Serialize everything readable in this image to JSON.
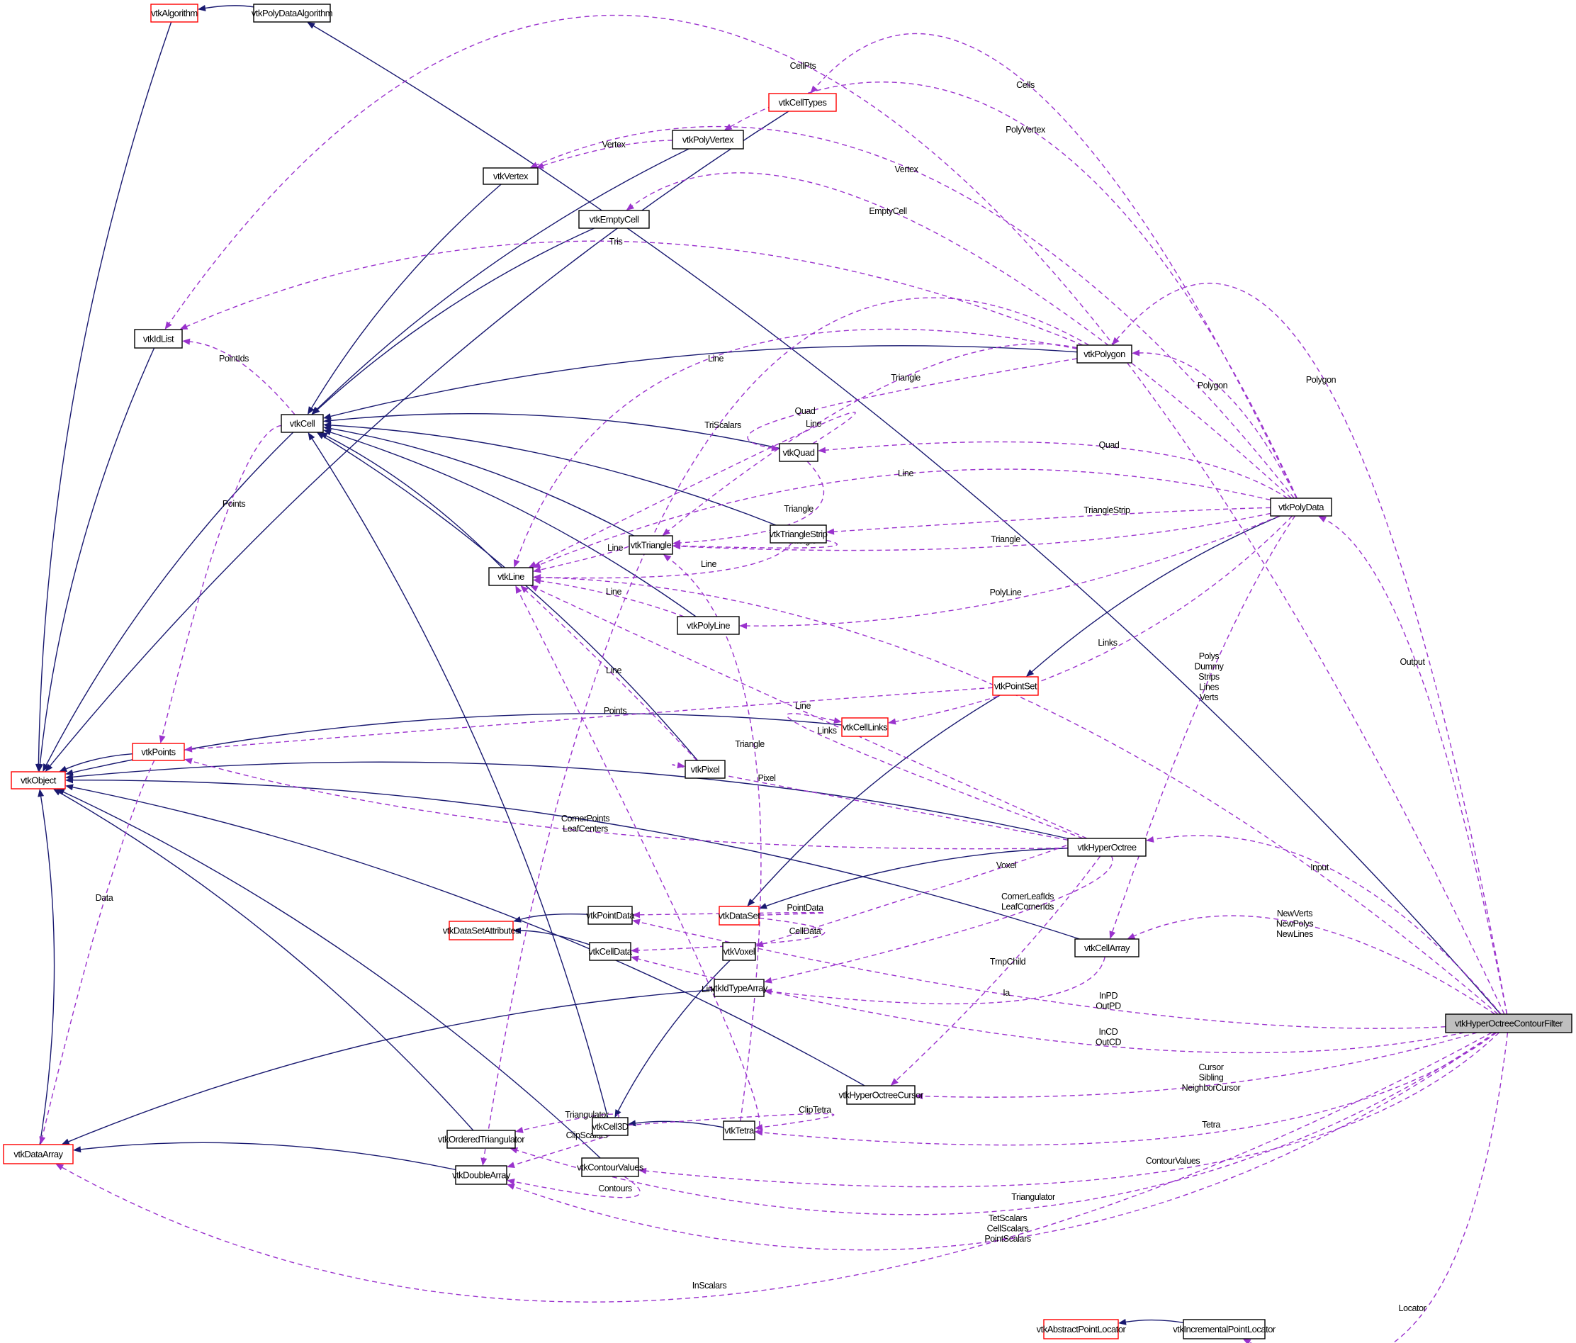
{
  "title": "vtkHyperOctreeContourFilter collaboration graph",
  "colors": {
    "inheritance_edge": "#191970",
    "usage_edge": "#9a32cd",
    "undocumented_border": "#ff0000",
    "documented_border": "#000000",
    "focus_fill": "#bfbfbf"
  },
  "nodes": [
    {
      "id": "vtkAlgorithm",
      "label": "vtkAlgorithm",
      "style": "red"
    },
    {
      "id": "vtkPolyDataAlgorithm",
      "label": "vtkPolyDataAlgorithm",
      "style": "normal"
    },
    {
      "id": "vtkCellTypes",
      "label": "vtkCellTypes",
      "style": "red"
    },
    {
      "id": "vtkPolyVertex",
      "label": "vtkPolyVertex",
      "style": "normal"
    },
    {
      "id": "vtkVertex",
      "label": "vtkVertex",
      "style": "normal"
    },
    {
      "id": "vtkEmptyCell",
      "label": "vtkEmptyCell",
      "style": "normal"
    },
    {
      "id": "vtkIdList",
      "label": "vtkIdList",
      "style": "normal"
    },
    {
      "id": "vtkCell",
      "label": "vtkCell",
      "style": "normal"
    },
    {
      "id": "vtkPolygon",
      "label": "vtkPolygon",
      "style": "normal"
    },
    {
      "id": "vtkQuad",
      "label": "vtkQuad",
      "style": "normal"
    },
    {
      "id": "vtkPolyData",
      "label": "vtkPolyData",
      "style": "normal"
    },
    {
      "id": "vtkTriangle",
      "label": "vtkTriangle",
      "style": "normal"
    },
    {
      "id": "vtkTriangleStrip",
      "label": "vtkTriangleStrip",
      "style": "normal"
    },
    {
      "id": "vtkLine",
      "label": "vtkLine",
      "style": "normal"
    },
    {
      "id": "vtkPolyLine",
      "label": "vtkPolyLine",
      "style": "normal"
    },
    {
      "id": "vtkPointSet",
      "label": "vtkPointSet",
      "style": "red"
    },
    {
      "id": "vtkCellLinks",
      "label": "vtkCellLinks",
      "style": "red"
    },
    {
      "id": "vtkPixel",
      "label": "vtkPixel",
      "style": "normal"
    },
    {
      "id": "vtkPoints",
      "label": "vtkPoints",
      "style": "red"
    },
    {
      "id": "vtkObject",
      "label": "vtkObject",
      "style": "red"
    },
    {
      "id": "vtkHyperOctree",
      "label": "vtkHyperOctree",
      "style": "normal"
    },
    {
      "id": "vtkPointData",
      "label": "vtkPointData",
      "style": "normal"
    },
    {
      "id": "vtkDataSet",
      "label": "vtkDataSet",
      "style": "red"
    },
    {
      "id": "vtkDataSetAttributes",
      "label": "vtkDataSetAttributes",
      "style": "red"
    },
    {
      "id": "vtkCellData",
      "label": "vtkCellData",
      "style": "normal"
    },
    {
      "id": "vtkVoxel",
      "label": "vtkVoxel",
      "style": "normal"
    },
    {
      "id": "vtkIdTypeArray",
      "label": "vtkIdTypeArray",
      "style": "normal"
    },
    {
      "id": "vtkCellArray",
      "label": "vtkCellArray",
      "style": "normal"
    },
    {
      "id": "vtkHyperOctreeCursor",
      "label": "vtkHyperOctreeCursor",
      "style": "normal"
    },
    {
      "id": "vtkCell3D",
      "label": "vtkCell3D",
      "style": "normal"
    },
    {
      "id": "vtkTetra",
      "label": "vtkTetra",
      "style": "normal"
    },
    {
      "id": "vtkOrderedTriangulator",
      "label": "vtkOrderedTriangulator",
      "style": "normal"
    },
    {
      "id": "vtkDoubleArray",
      "label": "vtkDoubleArray",
      "style": "normal"
    },
    {
      "id": "vtkContourValues",
      "label": "vtkContourValues",
      "style": "normal"
    },
    {
      "id": "vtkDataArray",
      "label": "vtkDataArray",
      "style": "red"
    },
    {
      "id": "vtkHyperOctreeContourFilter",
      "label": "vtkHyperOctreeContourFilter",
      "style": "main"
    },
    {
      "id": "vtkAbstractPointLocator",
      "label": "vtkAbstractPointLocator",
      "style": "red"
    },
    {
      "id": "vtkIncrementalPointLocator",
      "label": "vtkIncrementalPointLocator",
      "style": "normal"
    }
  ],
  "edges": [
    {
      "from": "vtkPolyDataAlgorithm",
      "to": "vtkAlgorithm",
      "kind": "inherit",
      "label": ""
    },
    {
      "from": "vtkHyperOctreeContourFilter",
      "to": "vtkPolyDataAlgorithm",
      "kind": "inherit",
      "label": ""
    },
    {
      "from": "vtkAlgorithm",
      "to": "vtkObject",
      "kind": "inherit",
      "label": ""
    },
    {
      "from": "vtkCellTypes",
      "to": "vtkObject",
      "kind": "inherit",
      "label": ""
    },
    {
      "from": "vtkIdList",
      "to": "vtkObject",
      "kind": "inherit",
      "label": ""
    },
    {
      "from": "vtkCell",
      "to": "vtkObject",
      "kind": "inherit",
      "label": ""
    },
    {
      "from": "vtkPoints",
      "to": "vtkObject",
      "kind": "inherit",
      "label": ""
    },
    {
      "from": "vtkCellLinks",
      "to": "vtkObject",
      "kind": "inherit",
      "label": ""
    },
    {
      "from": "vtkHyperOctree",
      "to": "vtkObject",
      "kind": "inherit",
      "label": ""
    },
    {
      "from": "vtkHyperOctreeCursor",
      "to": "vtkObject",
      "kind": "inherit",
      "label": ""
    },
    {
      "from": "vtkOrderedTriangulator",
      "to": "vtkObject",
      "kind": "inherit",
      "label": ""
    },
    {
      "from": "vtkContourValues",
      "to": "vtkObject",
      "kind": "inherit",
      "label": ""
    },
    {
      "from": "vtkDataArray",
      "to": "vtkObject",
      "kind": "inherit",
      "label": ""
    },
    {
      "from": "vtkPolyVertex",
      "to": "vtkCell",
      "kind": "inherit",
      "label": ""
    },
    {
      "from": "vtkVertex",
      "to": "vtkCell",
      "kind": "inherit",
      "label": ""
    },
    {
      "from": "vtkEmptyCell",
      "to": "vtkCell",
      "kind": "inherit",
      "label": ""
    },
    {
      "from": "vtkPolygon",
      "to": "vtkCell",
      "kind": "inherit",
      "label": ""
    },
    {
      "from": "vtkQuad",
      "to": "vtkCell",
      "kind": "inherit",
      "label": ""
    },
    {
      "from": "vtkTriangleStrip",
      "to": "vtkCell",
      "kind": "inherit",
      "label": ""
    },
    {
      "from": "vtkTriangle",
      "to": "vtkCell",
      "kind": "inherit",
      "label": ""
    },
    {
      "from": "vtkLine",
      "to": "vtkCell",
      "kind": "inherit",
      "label": ""
    },
    {
      "from": "vtkPolyLine",
      "to": "vtkCell",
      "kind": "inherit",
      "label": ""
    },
    {
      "from": "vtkPixel",
      "to": "vtkCell",
      "kind": "inherit",
      "label": ""
    },
    {
      "from": "vtkCell3D",
      "to": "vtkCell",
      "kind": "inherit",
      "label": ""
    },
    {
      "from": "vtkPolyData",
      "to": "vtkPointSet",
      "kind": "inherit",
      "label": ""
    },
    {
      "from": "vtkPointSet",
      "to": "vtkDataSet",
      "kind": "inherit",
      "label": ""
    },
    {
      "from": "vtkHyperOctree",
      "to": "vtkDataSet",
      "kind": "inherit",
      "label": ""
    },
    {
      "from": "vtkPointData",
      "to": "vtkDataSetAttributes",
      "kind": "inherit",
      "label": ""
    },
    {
      "from": "vtkCellData",
      "to": "vtkDataSetAttributes",
      "kind": "inherit",
      "label": ""
    },
    {
      "from": "vtkCellArray",
      "to": "vtkObject",
      "kind": "inherit",
      "label": ""
    },
    {
      "from": "vtkVoxel",
      "to": "vtkCell3D",
      "kind": "inherit",
      "label": ""
    },
    {
      "from": "vtkTetra",
      "to": "vtkCell3D",
      "kind": "inherit",
      "label": ""
    },
    {
      "from": "vtkIdTypeArray",
      "to": "vtkDataArray",
      "kind": "inherit",
      "label": ""
    },
    {
      "from": "vtkDoubleArray",
      "to": "vtkDataArray",
      "kind": "inherit",
      "label": ""
    },
    {
      "from": "vtkIncrementalPointLocator",
      "to": "vtkAbstractPointLocator",
      "kind": "inherit",
      "label": ""
    },
    {
      "from": "vtkHyperOctreeContourFilter",
      "to": "vtkIdList",
      "kind": "use",
      "label": "CellPts"
    },
    {
      "from": "vtkPolyData",
      "to": "vtkCellTypes",
      "kind": "use",
      "label": "Cells"
    },
    {
      "from": "vtkPolyData",
      "to": "vtkPolyVertex",
      "kind": "use",
      "label": "PolyVertex"
    },
    {
      "from": "vtkPolyVertex",
      "to": "vtkVertex",
      "kind": "use",
      "label": "Vertex"
    },
    {
      "from": "vtkPolyData",
      "to": "vtkVertex",
      "kind": "use",
      "label": "Vertex"
    },
    {
      "from": "vtkPolyData",
      "to": "vtkEmptyCell",
      "kind": "use",
      "label": "EmptyCell"
    },
    {
      "from": "vtkPolygon",
      "to": "vtkIdList",
      "kind": "use",
      "label": "Tris"
    },
    {
      "from": "vtkCell",
      "to": "vtkIdList",
      "kind": "use",
      "label": "PointIds"
    },
    {
      "from": "vtkPolygon",
      "to": "vtkLine",
      "kind": "use",
      "label": "Line"
    },
    {
      "from": "vtkPolygon",
      "to": "vtkTriangle",
      "kind": "use",
      "label": "Triangle"
    },
    {
      "from": "vtkPolygon",
      "to": "vtkQuad",
      "kind": "use",
      "label": "Quad"
    },
    {
      "from": "vtkQuad",
      "to": "vtkLine",
      "kind": "use",
      "label": "Line"
    },
    {
      "from": "vtkPolygon",
      "to": "vtkDoubleArray",
      "kind": "use",
      "label": "TriScalars"
    },
    {
      "from": "vtkPolyData",
      "to": "vtkPolygon",
      "kind": "use",
      "label": "Polygon"
    },
    {
      "from": "vtkHyperOctreeContourFilter",
      "to": "vtkPolygon",
      "kind": "use",
      "label": "Polygon"
    },
    {
      "from": "vtkPolyData",
      "to": "vtkQuad",
      "kind": "use",
      "label": "Quad"
    },
    {
      "from": "vtkPolyData",
      "to": "vtkLine",
      "kind": "use",
      "label": "Line"
    },
    {
      "from": "vtkQuad",
      "to": "vtkTriangle",
      "kind": "use",
      "label": "Triangle"
    },
    {
      "from": "vtkPolyData",
      "to": "vtkTriangleStrip",
      "kind": "use",
      "label": "TriangleStrip"
    },
    {
      "from": "vtkTriangleStrip",
      "to": "vtkTriangle",
      "kind": "use",
      "label": "Triangle"
    },
    {
      "from": "vtkPolyData",
      "to": "vtkTriangle",
      "kind": "use",
      "label": "Triangle"
    },
    {
      "from": "vtkTriangle",
      "to": "vtkLine",
      "kind": "use",
      "label": "Line"
    },
    {
      "from": "vtkTriangleStrip",
      "to": "vtkLine",
      "kind": "use",
      "label": "Line"
    },
    {
      "from": "vtkPolyData",
      "to": "vtkPolyLine",
      "kind": "use",
      "label": "PolyLine"
    },
    {
      "from": "vtkPolyLine",
      "to": "vtkLine",
      "kind": "use",
      "label": "Line"
    },
    {
      "from": "vtkPixel",
      "to": "vtkLine",
      "kind": "use",
      "label": "Line"
    },
    {
      "from": "vtkPolyData",
      "to": "vtkCellLinks",
      "kind": "use",
      "label": "Links"
    },
    {
      "from": "vtkHyperOctreeContourFilter",
      "to": "vtkLine",
      "kind": "use",
      "label": "Line"
    },
    {
      "from": "vtkPointSet",
      "to": "vtkPoints",
      "kind": "use",
      "label": "Points"
    },
    {
      "from": "vtkHyperOctree",
      "to": "vtkLine",
      "kind": "use",
      "label": "Line"
    },
    {
      "from": "vtkHyperOctree",
      "to": "vtkCellLinks",
      "kind": "use",
      "label": "Links"
    },
    {
      "from": "vtkTetra",
      "to": "vtkTriangle",
      "kind": "use",
      "label": "Triangle"
    },
    {
      "from": "vtkHyperOctree",
      "to": "vtkPixel",
      "kind": "use",
      "label": "Pixel"
    },
    {
      "from": "vtkCell",
      "to": "vtkPoints",
      "kind": "use",
      "label": "Points"
    },
    {
      "from": "vtkHyperOctree",
      "to": "vtkPoints",
      "kind": "use",
      "label": "CornerPoints\nLeafCenters"
    },
    {
      "from": "vtkPoints",
      "to": "vtkDataArray",
      "kind": "use",
      "label": "Data"
    },
    {
      "from": "vtkPolyData",
      "to": "vtkCellArray",
      "kind": "use",
      "label": "Polys\nDummy\nStrips\nLines\nVerts"
    },
    {
      "from": "vtkHyperOctreeContourFilter",
      "to": "vtkPolyData",
      "kind": "use",
      "label": "Output"
    },
    {
      "from": "vtkHyperOctreeContourFilter",
      "to": "vtkHyperOctree",
      "kind": "use",
      "label": "Input"
    },
    {
      "from": "vtkHyperOctree",
      "to": "vtkVoxel",
      "kind": "use",
      "label": "Voxel"
    },
    {
      "from": "vtkHyperOctree",
      "to": "vtkIdTypeArray",
      "kind": "use",
      "label": "CornerLeafIds\nLeafCornerIds"
    },
    {
      "from": "vtkDataSet",
      "to": "vtkPointData",
      "kind": "use",
      "label": "PointData"
    },
    {
      "from": "vtkDataSet",
      "to": "vtkCellData",
      "kind": "use",
      "label": "CellData"
    },
    {
      "from": "vtkHyperOctreeContourFilter",
      "to": "vtkCellArray",
      "kind": "use",
      "label": "NewVerts\nNewPolys\nNewLines"
    },
    {
      "from": "vtkHyperOctree",
      "to": "vtkHyperOctreeCursor",
      "kind": "use",
      "label": "TmpChild"
    },
    {
      "from": "vtkCellArray",
      "to": "vtkIdTypeArray",
      "kind": "use",
      "label": "Ia"
    },
    {
      "from": "vtkHyperOctreeContourFilter",
      "to": "vtkPointData",
      "kind": "use",
      "label": "InPD\nOutPD"
    },
    {
      "from": "vtkHyperOctreeContourFilter",
      "to": "vtkCellData",
      "kind": "use",
      "label": "InCD\nOutCD"
    },
    {
      "from": "vtkTetra",
      "to": "vtkLine",
      "kind": "use",
      "label": "Line"
    },
    {
      "from": "vtkHyperOctreeContourFilter",
      "to": "vtkHyperOctreeCursor",
      "kind": "use",
      "label": "Cursor\nSibling\nNeighborCursor"
    },
    {
      "from": "vtkCell3D",
      "to": "vtkTetra",
      "kind": "use",
      "label": "ClipTetra"
    },
    {
      "from": "vtkHyperOctreeContourFilter",
      "to": "vtkTetra",
      "kind": "use",
      "label": "Tetra"
    },
    {
      "from": "vtkCell3D",
      "to": "vtkOrderedTriangulator",
      "kind": "use",
      "label": "Triangulator"
    },
    {
      "from": "vtkCell3D",
      "to": "vtkDoubleArray",
      "kind": "use",
      "label": "ClipScalars"
    },
    {
      "from": "vtkHyperOctreeContourFilter",
      "to": "vtkContourValues",
      "kind": "use",
      "label": "ContourValues"
    },
    {
      "from": "vtkContourValues",
      "to": "vtkDoubleArray",
      "kind": "use",
      "label": "Contours"
    },
    {
      "from": "vtkHyperOctreeContourFilter",
      "to": "vtkOrderedTriangulator",
      "kind": "use",
      "label": "Triangulator"
    },
    {
      "from": "vtkHyperOctreeContourFilter",
      "to": "vtkDoubleArray",
      "kind": "use",
      "label": "TetScalars\nCellScalars\nPointScalars"
    },
    {
      "from": "vtkHyperOctreeContourFilter",
      "to": "vtkDataArray",
      "kind": "use",
      "label": "InScalars"
    },
    {
      "from": "vtkHyperOctreeContourFilter",
      "to": "vtkIncrementalPointLocator",
      "kind": "use",
      "label": "Locator"
    }
  ]
}
